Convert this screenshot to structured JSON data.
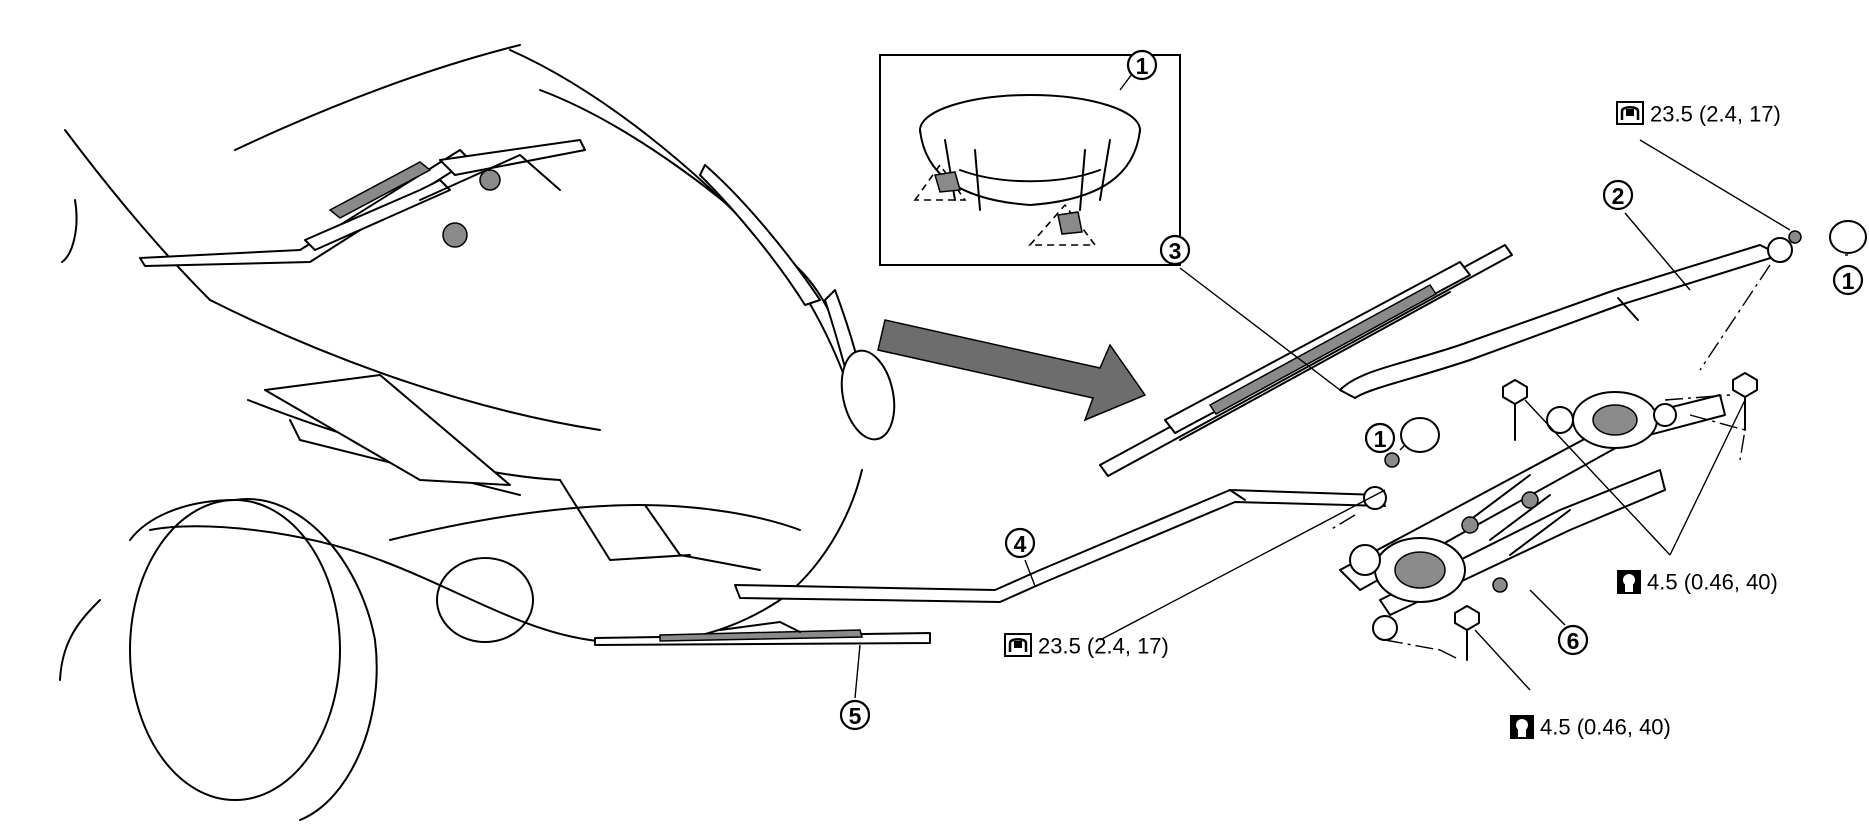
{
  "callouts": {
    "inset_1": "1",
    "cap_1_right": "1",
    "cap_1_mid": "1",
    "arm_2": "2",
    "blade_3": "3",
    "arm_4": "4",
    "blade_5": "5",
    "linkage_6": "6"
  },
  "torque": {
    "arm_nut_right": "23.5 (2.4, 17)",
    "arm_nut_left": "23.5 (2.4, 17)",
    "bolt_right": "4.5 (0.46, 40)",
    "bolt_lower": "4.5 (0.46, 40)"
  },
  "icons": {
    "torque_wrench": "torque-wrench-icon",
    "torque_bolt": "torque-bolt-icon"
  }
}
